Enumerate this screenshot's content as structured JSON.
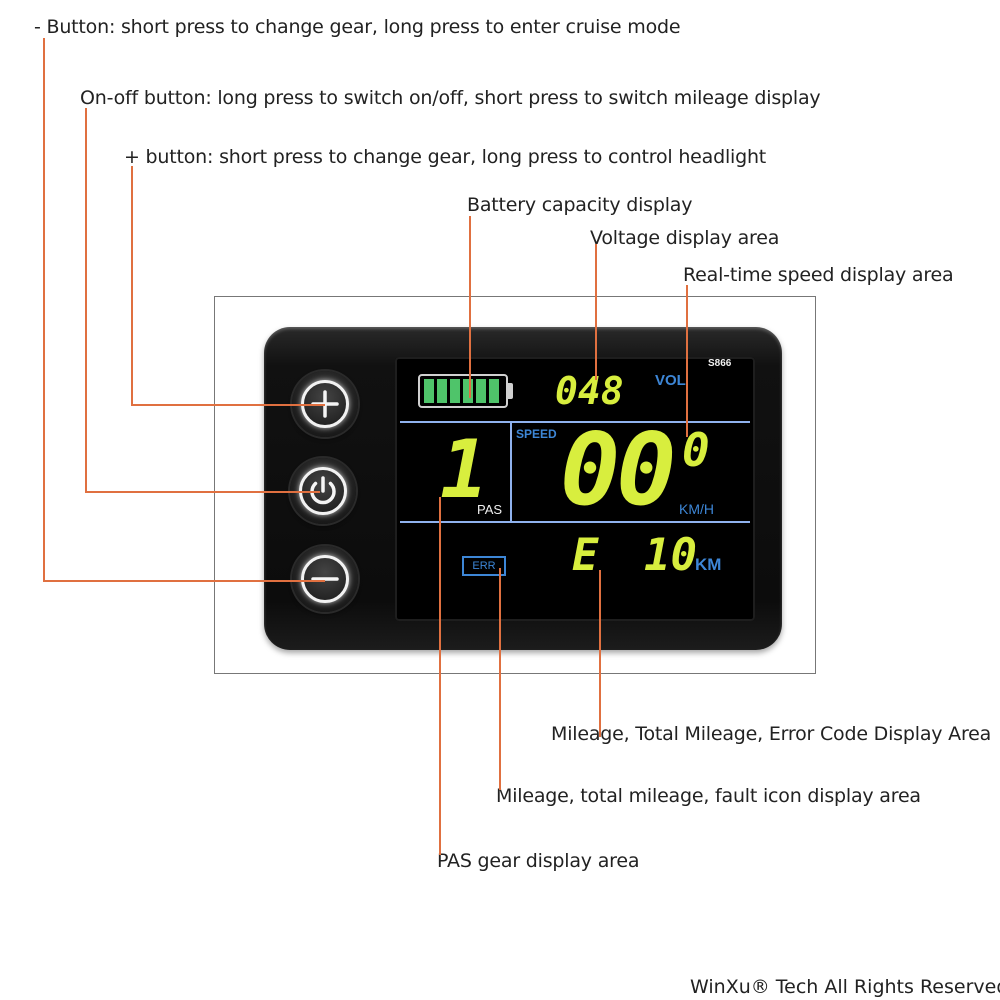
{
  "labels": {
    "minus_button": "- Button: short press to change gear, long press to enter cruise mode",
    "onoff_button": "On-off button: long press to switch on/off, short press to switch mileage display",
    "plus_button": "+ button: short press to change gear, long press to control headlight",
    "battery": "Battery capacity display",
    "voltage": "Voltage display area",
    "speed": "Real-time speed display area",
    "mileage_error": "Mileage, Total Mileage, Error Code Display Area",
    "mileage_fault": "Mileage, total mileage, fault icon display area",
    "pas": "PAS gear display area"
  },
  "display": {
    "model": "S866",
    "voltage_value": "048",
    "voltage_unit": "VOL",
    "speed_label": "SPEED",
    "speed_value": "00",
    "speed_decimal": "0",
    "speed_unit": "KM/H",
    "pas_value": "1",
    "pas_label": "PAS",
    "error_icon": "ERR",
    "mode_letter": "E",
    "mileage_value": "10",
    "mileage_unit": "KM",
    "battery_level": 1.0
  },
  "footer": "WinXu® Tech All Rights Reserved",
  "colors": {
    "callout_line": "#e07040",
    "lcd_digits": "#d8ee3e",
    "lcd_blue": "#3d86d6",
    "battery_green": "#4fc46a"
  }
}
